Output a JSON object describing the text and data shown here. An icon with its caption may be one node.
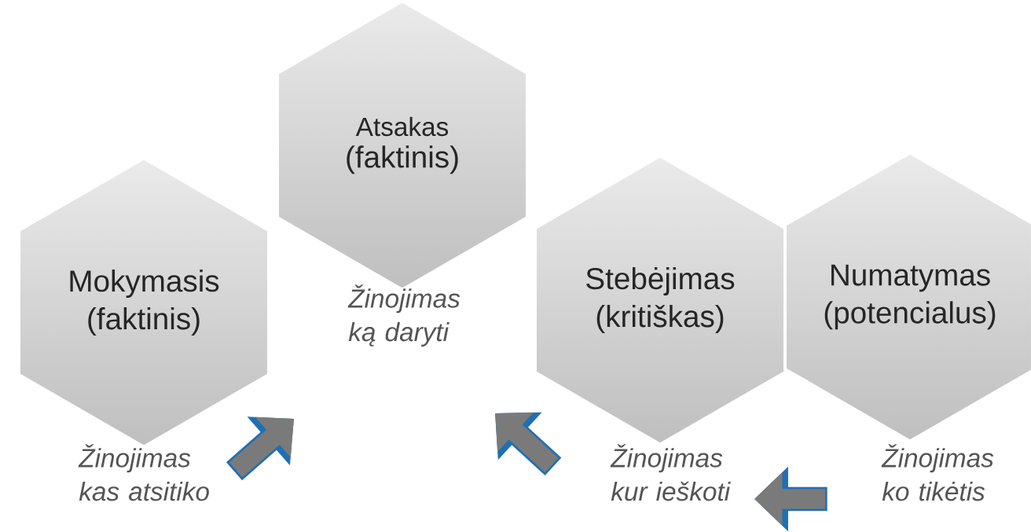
{
  "diagram": {
    "nodes": [
      {
        "text": [
          "Mokymasis",
          "(faktinis)"
        ]
      },
      {
        "text": [
          "Atsakas",
          "(faktinis)"
        ]
      },
      {
        "text": [
          "Stebėjimas",
          "(kritiškas)"
        ]
      },
      {
        "text": [
          "Numatymas",
          "(potencialus)"
        ]
      }
    ],
    "labels": [
      "Žinojimas ką daryti",
      "Žinojimas kas atsitiko",
      "Žinojimas kur ieškoti",
      "Žinojimas ko tikėtis"
    ]
  }
}
